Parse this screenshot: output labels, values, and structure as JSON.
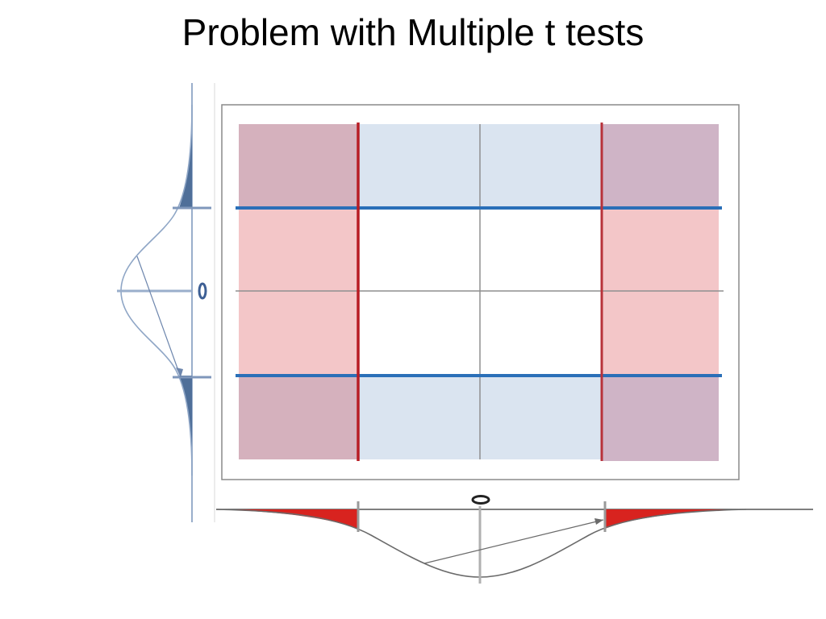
{
  "slide": {
    "title": "Problem with Multiple t tests"
  },
  "diagram": {
    "zero_label_vertical": "0",
    "zero_label_horizontal": "0"
  },
  "colors": {
    "tail_red": "#d8231f",
    "tail_blue": "#4f6f99",
    "critical_blue_line": "#2a6fb8",
    "critical_red_line": "#b81c24",
    "red_band": "#f3c6c8",
    "blue_band": "#dae4f0",
    "overlap_region": "#d5b1bd"
  }
}
